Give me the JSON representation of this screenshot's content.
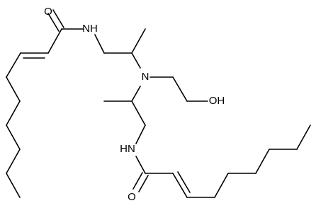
{
  "molecule": {
    "atoms": {
      "o_top": "O",
      "nh_top": "NH",
      "n_center": "N",
      "oh": "OH",
      "hn_bottom": "HN",
      "o_bottom": "O"
    }
  },
  "colors": {
    "bond": "#000000",
    "background": "#ffffff"
  }
}
